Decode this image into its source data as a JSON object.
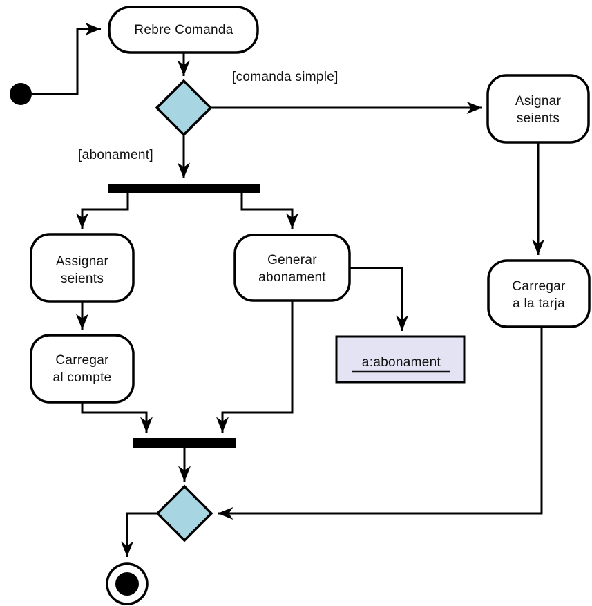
{
  "diagram": {
    "kind": "uml-activity-diagram",
    "colors": {
      "background": "#ffffff",
      "line": "#000000",
      "action_fill": "#ffffff",
      "decision_fill": "#a8d5e2",
      "object_fill": "#e3e3f4"
    },
    "nodes": {
      "rebre_comanda": {
        "label": "Rebre Comanda"
      },
      "asignar_seients": {
        "line1": "Asignar",
        "line2": "seients"
      },
      "carregar_a_la_tarja": {
        "line1": "Carregar",
        "line2": "a la tarja"
      },
      "assignar_seients": {
        "line1": "Assignar",
        "line2": "seients"
      },
      "generar_abonament": {
        "line1": "Generar",
        "line2": "abonament"
      },
      "carregar_al_compte": {
        "line1": "Carregar",
        "line2": "al compte"
      },
      "abonament_object": {
        "label": "a:abonament"
      }
    },
    "guards": {
      "comanda_simple": "[comanda simple]",
      "abonament": "[abonament]"
    }
  }
}
